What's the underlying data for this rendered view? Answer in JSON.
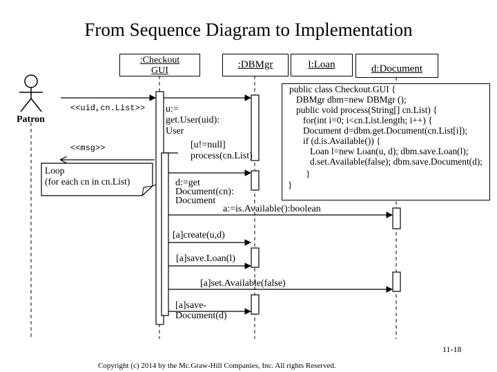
{
  "title": "From Sequence Diagram to Implementation",
  "objects": {
    "checkout_gui": [
      ":Checkout",
      "GUI"
    ],
    "dbmgr": ":DBMgr",
    "loan": "l:Loan",
    "document": "d:Document"
  },
  "actor": "Patron",
  "messages": {
    "uid_cnlist": "<<uid,cn.List>>",
    "msg": "<<msg>>",
    "get_user": [
      "u:=",
      "get.User(uid):",
      "User"
    ],
    "guard": [
      "[u!=null]",
      "process(cn.List)"
    ],
    "get_document": [
      "d:=get",
      "Document(cn):",
      "Document"
    ],
    "is_available": "a:=is.Available():boolean",
    "create": "[a]create(u,d)",
    "save_loan": "[a]save.Loan(l)",
    "set_available": "[a]set.Available(false)",
    "save_document": [
      "[a]save-",
      "Document(d)"
    ]
  },
  "loop_note": [
    "Loop",
    "(for each cn in cn.List)"
  ],
  "code": [
    "public class Checkout.GUI   {",
    "DBMgr dbm=new DBMgr ();",
    "public void process(String[] cn.List) {",
    "for(int i=0; i<cn.List.length; i++) {",
    "Document d=dbm.get.Document(cn.List[i]);",
    "if (d.is.Available()) {",
    "Loan l=new Loan(u, d); dbm.save.Loan(l);",
    "d.set.Available(false); dbm.save.Document(d);",
    "}",
    "}"
  ],
  "page_number": "11-18",
  "copyright": "Copyright (c) 2014 by the Mc.Graw-Hill Companies, Inc. All rights Reserved."
}
